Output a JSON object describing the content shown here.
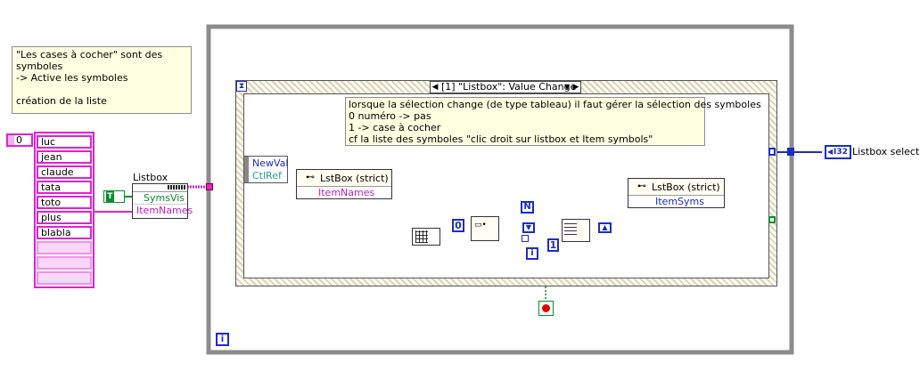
{
  "comments": {
    "left": [
      "\"Les cases à cocher\" sont des symboles",
      "-> Active les symboles",
      "",
      "création de la liste"
    ],
    "inner": [
      "lorsque la sélection change (de type tableau) il faut gérer la sélection des symboles",
      "0 numéro -> pas",
      "1 -> case à cocher",
      "cf la liste des symboles \"clic droit sur listbox et Item symbols\""
    ]
  },
  "array": {
    "index": "0",
    "items": [
      "luc",
      "jean",
      "claude",
      "tata",
      "toto",
      "plus",
      "blabla"
    ]
  },
  "bool_constant": "T",
  "property_node": {
    "name": "Listbox",
    "props": [
      "SymsVis",
      "ItemNames"
    ]
  },
  "event_structure": {
    "selector": "[1] \"Listbox\": Value Change",
    "data_nodes": [
      "NewVal",
      "CtlRef"
    ]
  },
  "lstbox_node1": {
    "class": "LstBox (strict)",
    "prop": "ItemNames"
  },
  "lstbox_node2": {
    "class": "LstBox (strict)",
    "prop": "ItemSyms"
  },
  "constants": {
    "zero": "0",
    "one": "1"
  },
  "for_loop": {
    "count": "N",
    "iter": "i"
  },
  "while_loop": {
    "iter": "i"
  },
  "indicator": {
    "type": "I32",
    "label": "Listbox selection"
  },
  "colors": {
    "wire_pink": "#e020d8",
    "wire_blue": "#1c2cc8",
    "wire_green": "#0a8c2c",
    "wire_teal": "#2c9c9c",
    "loop_gray": "#8c8c8c"
  }
}
